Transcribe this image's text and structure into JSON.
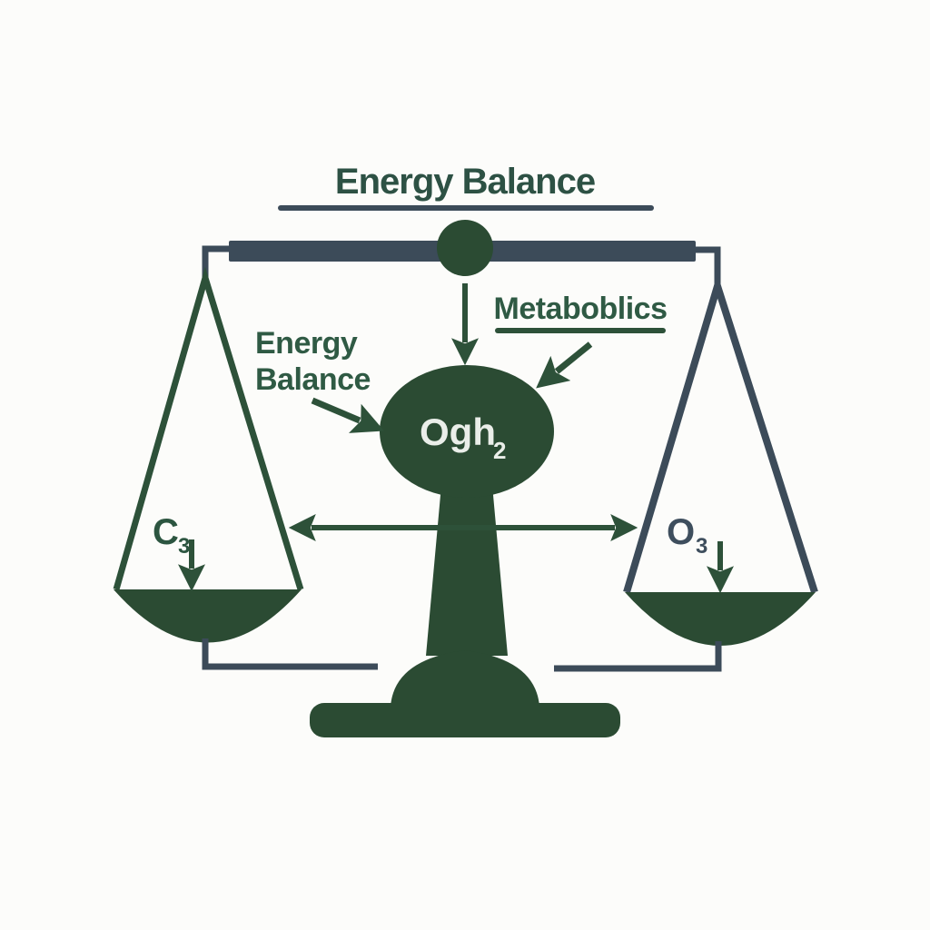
{
  "meta": {
    "type": "diagram",
    "subject": "balance-scale-infographic"
  },
  "title": {
    "text": "Energy Balance"
  },
  "center_node": {
    "label": "Ogh",
    "subscript": "2"
  },
  "annotations": {
    "metabolics": {
      "label": "Metaboblics"
    },
    "energy_balance": {
      "line1": "Energy",
      "line2": "Balance"
    }
  },
  "left_pan": {
    "label": "C",
    "subscript": "3"
  },
  "right_pan": {
    "label": "O",
    "subscript": "3"
  },
  "colors": {
    "background": "#fcfcfa",
    "green_fill": "#2b4b33",
    "green_stroke": "#2d5139",
    "slate": "#3c4b59",
    "title_text": "#2d5144",
    "annotation_text": "#2f5a44",
    "pan_label_left": "#2c5540",
    "pan_label_right": "#3e4e5d",
    "center_text": "#eaeee9"
  }
}
